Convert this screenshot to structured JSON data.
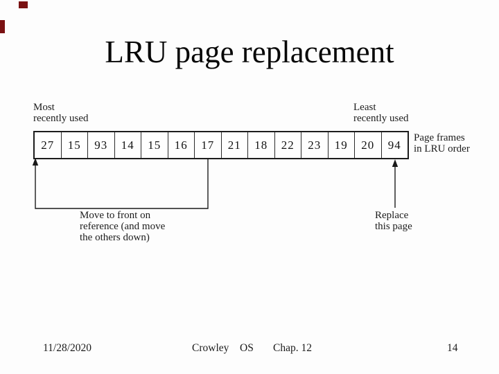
{
  "slide": {
    "title": "LRU page replacement",
    "background": "#fdfdfd",
    "accent_red": "#7a1112",
    "line_color": "#1a1a1a"
  },
  "diagram": {
    "label_most_line1": "Most",
    "label_most_line2": "recently used",
    "label_least_line1": "Least",
    "label_least_line2": "recently used",
    "label_page_frames_line1": "Page frames",
    "label_page_frames_line2": "in LRU order",
    "frames": [
      "27",
      "15",
      "93",
      "14",
      "15",
      "16",
      "17",
      "21",
      "18",
      "22",
      "23",
      "19",
      "20",
      "94"
    ],
    "label_move_line1": "Move to front on",
    "label_move_line2": "reference (and move",
    "label_move_line3": "the others down)",
    "label_replace_line1": "Replace",
    "label_replace_line2": "this page"
  },
  "footer": {
    "date": "11/28/2020",
    "author": "Crowley",
    "course": "OS",
    "chapter": "Chap. 12",
    "page_number": "14"
  }
}
